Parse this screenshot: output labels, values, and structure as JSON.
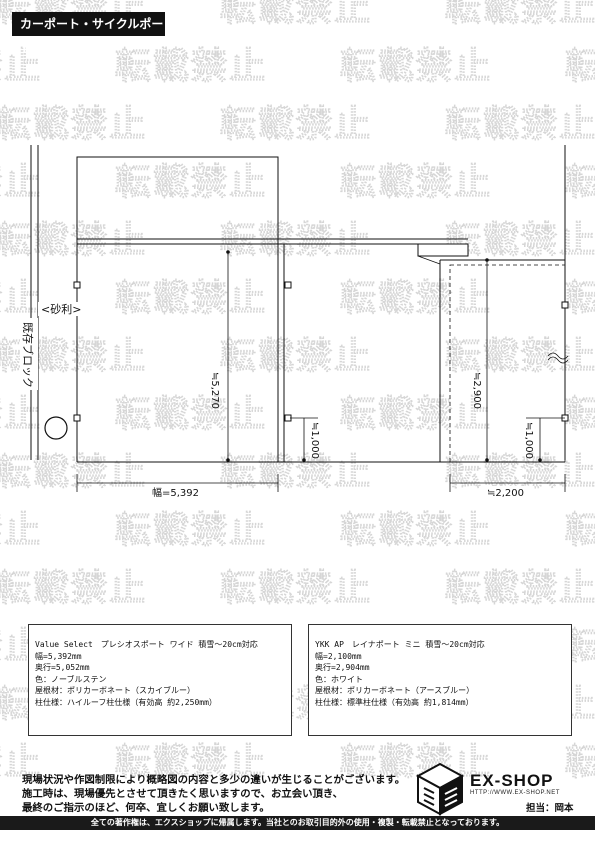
{
  "header": {
    "title": "カーポート・サイクルポート"
  },
  "watermark": {
    "text": "転載禁止"
  },
  "plan": {
    "labels": {
      "gravel": "<砂利>",
      "block": "既存ブロック"
    },
    "dims": {
      "carport_depth": "≒5,270",
      "carport_width": "幅=5,392",
      "cycle_depth": "≒2,900",
      "cycle_width": "≒2,200",
      "left_short": "≒1,000",
      "right_short": "≒1,000"
    }
  },
  "spec_left": {
    "lines": [
      "Value Select　プレシオスポート ワイド 積雪～20cm対応",
      "幅=5,392mm",
      "奥行=5,052mm",
      "色：ノーブルステン",
      "屋根材：ポリカーボネート（スカイブルー）",
      "柱仕様：ハイルーフ柱仕様（有効高 約2,250mm）"
    ]
  },
  "spec_right": {
    "lines": [
      "YKK AP　レイナポート ミニ 積雪～20cm対応",
      "幅=2,100mm",
      "奥行=2,904mm",
      "色：ホワイト",
      "屋根材：ポリカーボネート（アースブルー）",
      "柱仕様：標準柱仕様（有効高 約1,814mm）"
    ]
  },
  "notes": {
    "lines": [
      "現場状況や作図制限により概略図の内容と多少の違いが生じることがございます。",
      "施工時は、現場優先とさせて頂きたく思いますので、お立会い頂き、",
      "最終のご指示のほど、何卒、宜しくお願い致します。"
    ]
  },
  "brand": {
    "name": "EX-SHOP",
    "url": "HTTP://WWW.EX-SHOP.NET",
    "tanto": "担当：岡本"
  },
  "footer": {
    "text": "全ての著作権は、エクスショップに帰属します。当社とのお取引目的外の使用・複製・転載禁止となっております。"
  }
}
